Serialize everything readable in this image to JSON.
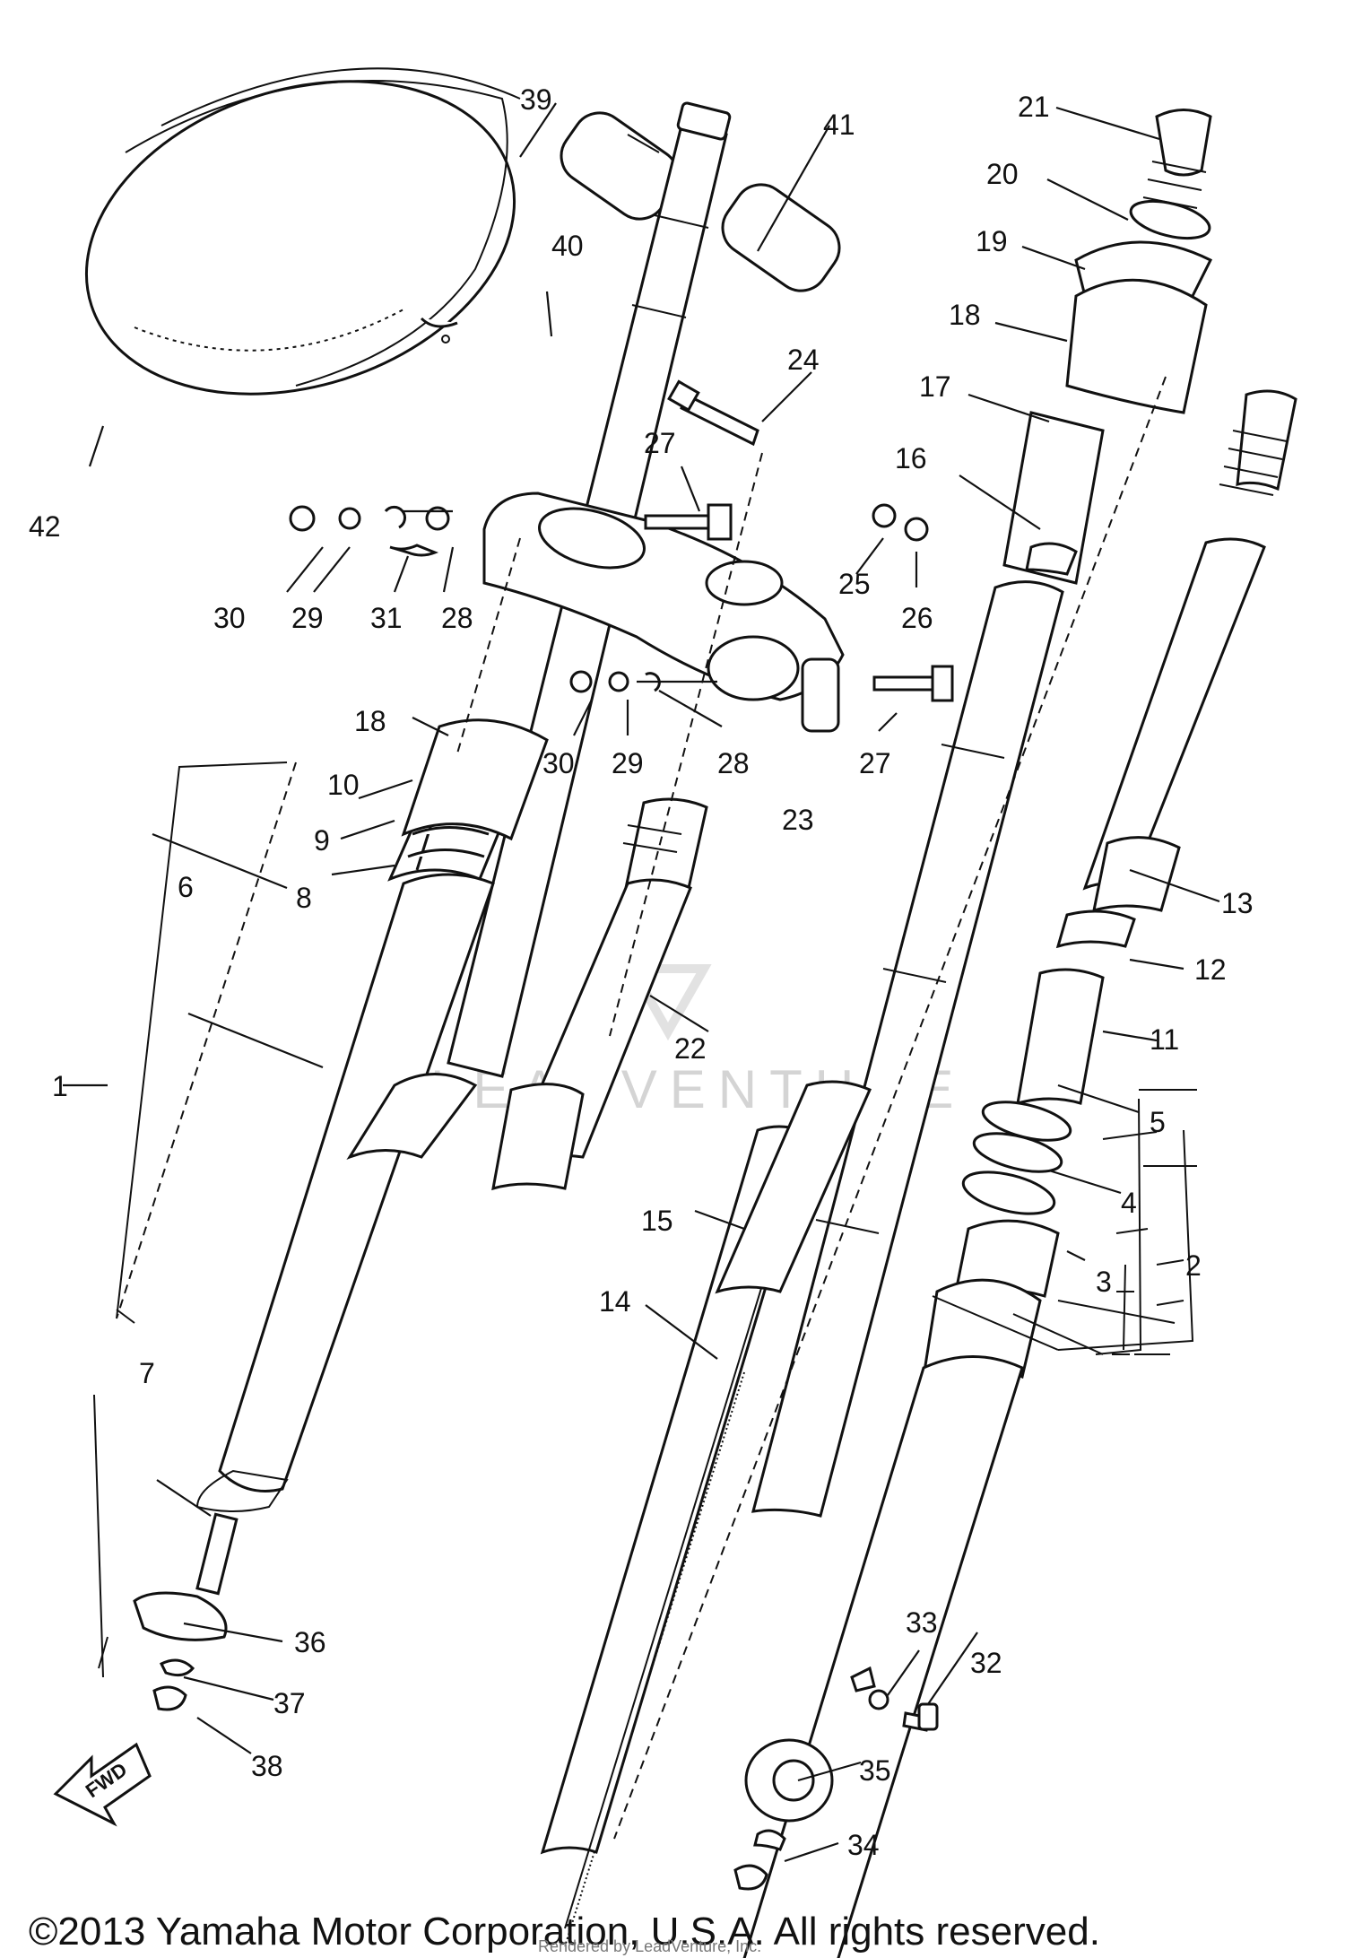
{
  "diagram": {
    "callouts": [
      "1",
      "2",
      "3",
      "4",
      "5",
      "6",
      "7",
      "8",
      "9",
      "10",
      "11",
      "12",
      "13",
      "14",
      "15",
      "16",
      "17",
      "18",
      "19",
      "20",
      "21",
      "22",
      "23",
      "24",
      "25",
      "26",
      "27",
      "28",
      "29",
      "30",
      "31",
      "32",
      "33",
      "34",
      "35",
      "36",
      "37",
      "38",
      "39",
      "40",
      "41",
      "42"
    ],
    "direction_label": "FWD",
    "watermark": "LEADVENTURE",
    "rendered_by": "Rendered by LeadVenture, Inc.",
    "copyright": "©2013 Yamaha Motor Corporation, U.S.A. All rights reserved."
  }
}
